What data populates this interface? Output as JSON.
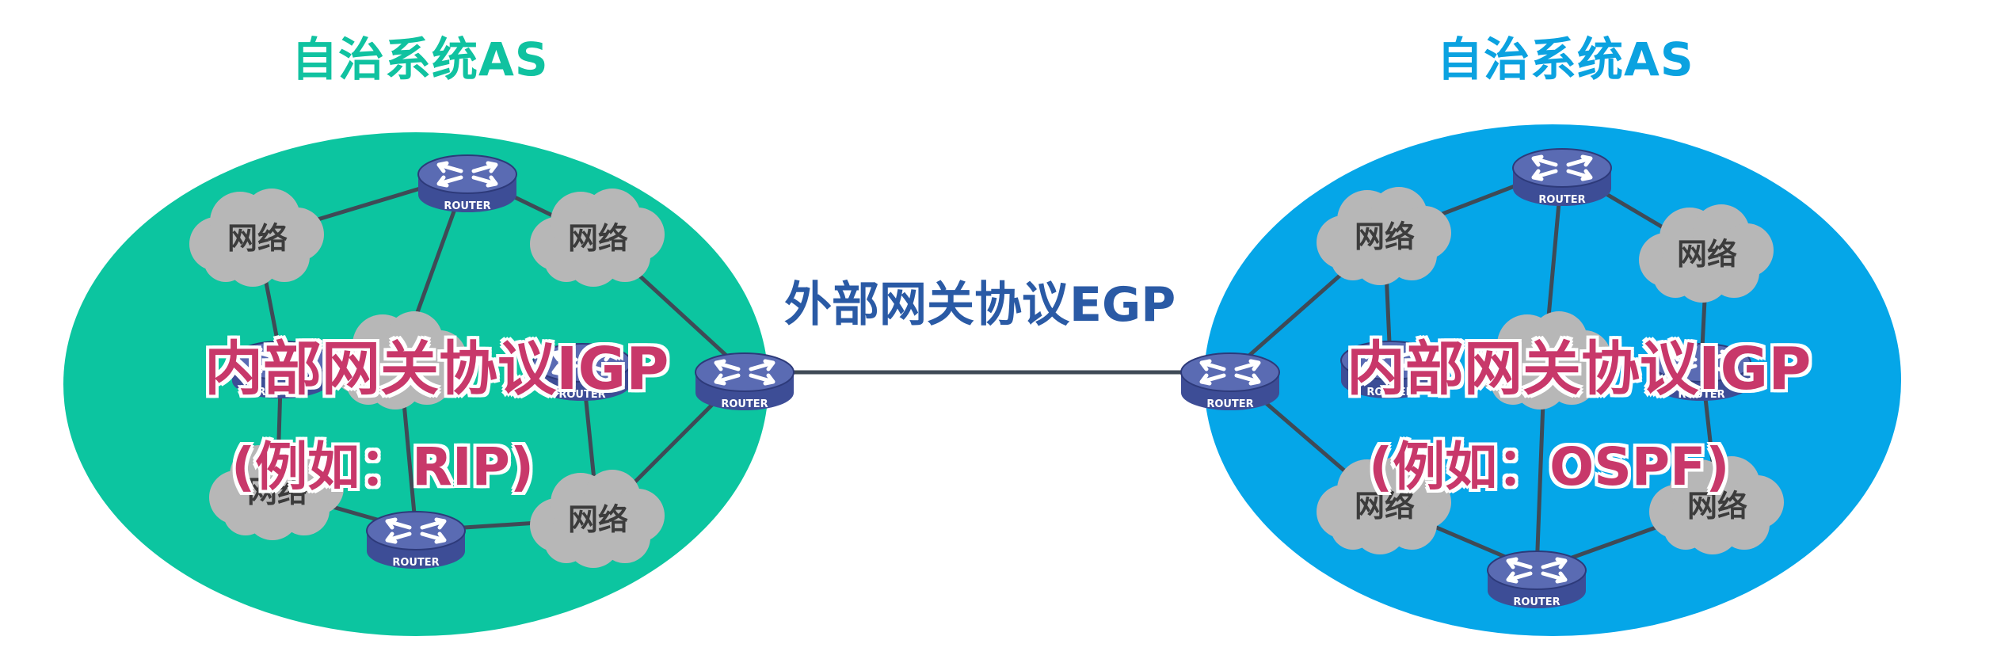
{
  "colors": {
    "left_as": "#0cc5a0",
    "right_as": "#05a6e8",
    "left_title": "#10c2a0",
    "right_title": "#0ba2e0",
    "router_top": "#5a6bb3",
    "router_side": "#3d4d96",
    "cloud": "#b7b7b7",
    "link": "#3f4a56"
  },
  "left_as": {
    "title": "自治系统AS",
    "igp_label": "内部网关协议IGP",
    "example": "(例如：RIP)",
    "clouds": [
      "网络",
      "网络",
      "网络",
      "网络"
    ]
  },
  "right_as": {
    "title": "自治系统AS",
    "igp_label": "内部网关协议IGP",
    "example": "(例如：OSPF)",
    "clouds": [
      "网络",
      "网络",
      "网络",
      "网络"
    ]
  },
  "egp_label": "外部网关协议EGP",
  "router_label": "ROUTER",
  "icons": {
    "router": "router-icon",
    "cloud": "cloud-icon"
  }
}
